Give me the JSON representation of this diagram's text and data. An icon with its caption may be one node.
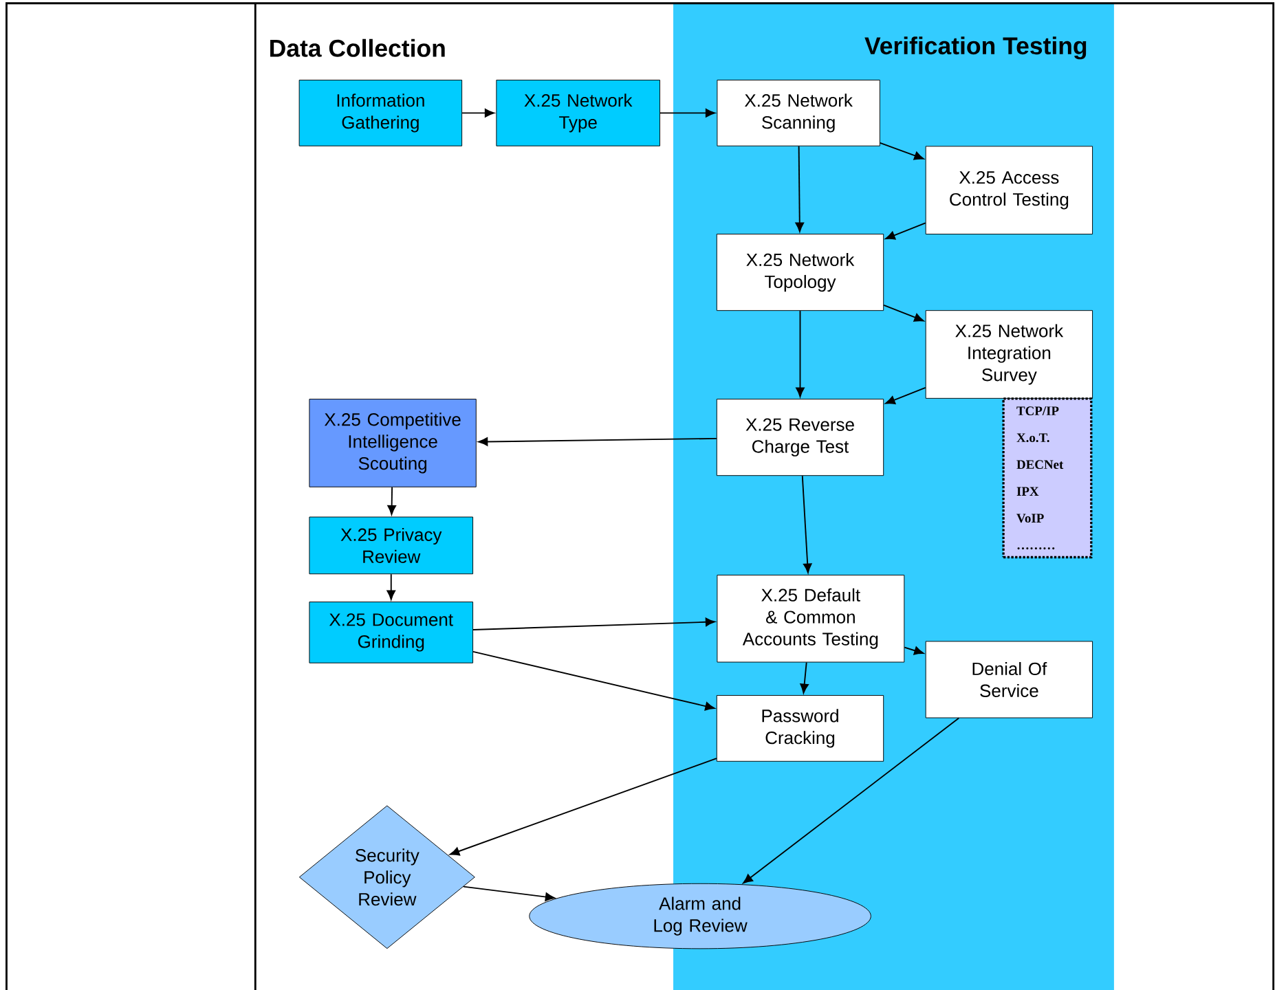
{
  "diagram": {
    "nodes": [
      {
        "text": [
          "Information Gathering"
        ]
      },
      {
        "text": [
          "X.25 Network Type"
        ]
      },
      {
        "text": [
          "X.25 Network Scanning"
        ]
      },
      {
        "text": [
          "X.25 Access Control Testing"
        ]
      },
      {
        "text": [
          "X.25 Network Topology"
        ]
      },
      {
        "text": [
          "X.25 Network Integration Survey"
        ]
      },
      {
        "text": [
          "TCP/IP",
          "X.o.T.",
          "DECNet",
          "IPX",
          "VoIP",
          "………"
        ]
      },
      {
        "text": [
          "X.25 Competitive Intelligence Scouting"
        ]
      },
      {
        "text": [
          "X.25 Reverse Charge Test"
        ]
      },
      {
        "text": [
          "X.25 Privacy Review"
        ]
      },
      {
        "text": [
          "X.25 Document Grinding"
        ]
      },
      {
        "text": [
          "X.25 Default & Common Accounts Testing"
        ]
      },
      {
        "text": [
          "Denial Of Service"
        ]
      },
      {
        "text": [
          "Password Cracking"
        ]
      },
      {
        "text": [
          "Security Policy Review"
        ]
      },
      {
        "text": [
          "Alarm and Log Review"
        ]
      }
    ],
    "edges": [
      {
        "from": 0,
        "to": 1,
        "arrow": "to"
      },
      {
        "from": 1,
        "to": 2,
        "arrow": "to"
      },
      {
        "from": 2,
        "to": 3,
        "arrow": "to"
      },
      {
        "from": 2,
        "to": 4,
        "arrow": "to"
      },
      {
        "from": 3,
        "to": 4,
        "arrow": "to"
      },
      {
        "from": 4,
        "to": 5,
        "arrow": "to"
      },
      {
        "from": 4,
        "to": 8,
        "arrow": "to"
      },
      {
        "from": 5,
        "to": 8,
        "arrow": "to"
      },
      {
        "from": 8,
        "to": 7,
        "arrow": "to"
      },
      {
        "from": 7,
        "to": 9,
        "arrow": "to"
      },
      {
        "from": 9,
        "to": 10,
        "arrow": "to"
      },
      {
        "from": 10,
        "to": 11,
        "arrow": "to"
      },
      {
        "from": 10,
        "to": 13,
        "arrow": "to"
      },
      {
        "from": 8,
        "to": 11,
        "arrow": "to"
      },
      {
        "from": 11,
        "to": 13,
        "arrow": "to"
      },
      {
        "from": 11,
        "to": 12,
        "arrow": "to"
      },
      {
        "from": 13,
        "to": 14,
        "arrow": "to"
      },
      {
        "from": 14,
        "to": 15,
        "arrow": "to"
      },
      {
        "from": 12,
        "to": 15,
        "arrow": "to"
      }
    ],
    "labels": [
      "Data Collection",
      "Verification Testing"
    ]
  }
}
